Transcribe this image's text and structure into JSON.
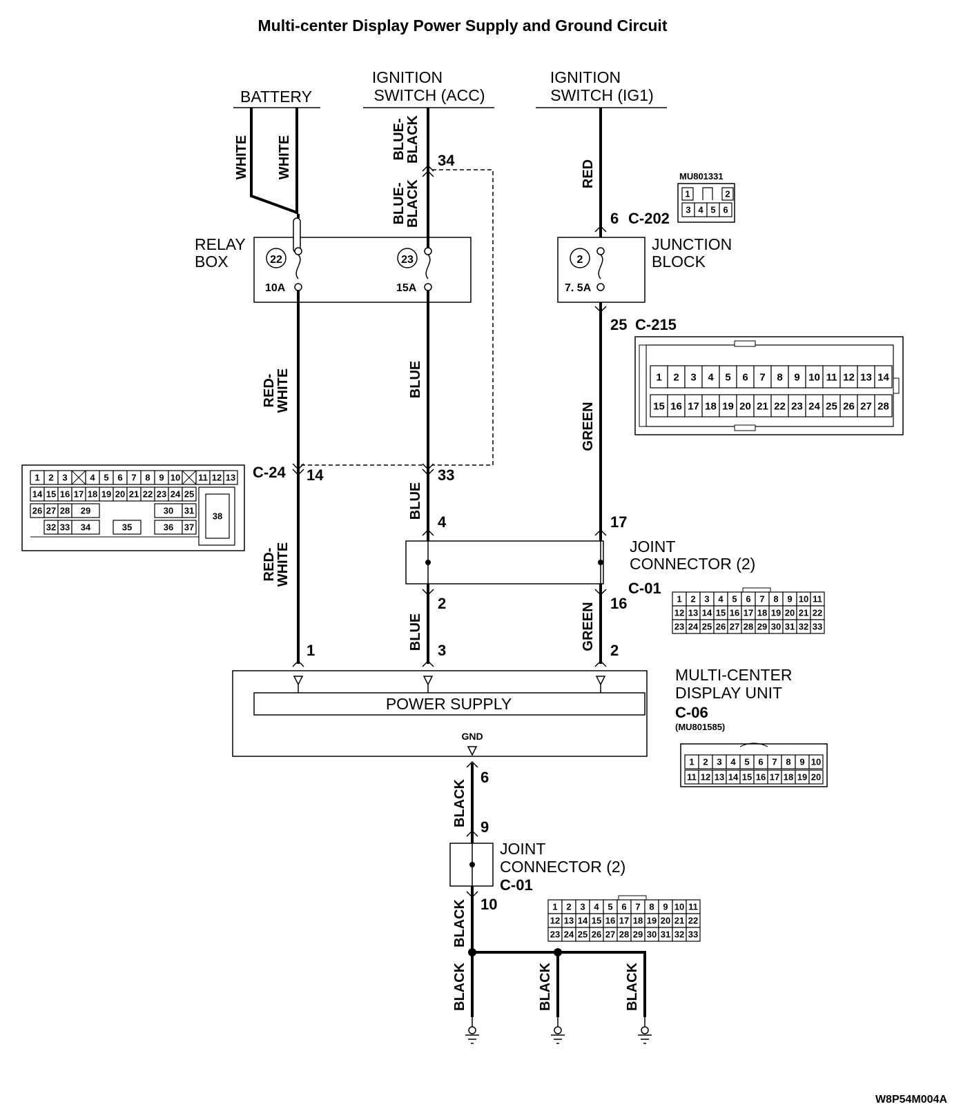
{
  "title": "Multi-center Display Power Supply and Ground Circuit",
  "sources": {
    "battery": "BATTERY",
    "ign_acc": [
      "IGNITION",
      "SWITCH (ACC)"
    ],
    "ign_ig1": [
      "IGNITION",
      "SWITCH (IG1)"
    ]
  },
  "wires": {
    "white": "WHITE",
    "blue_black": [
      "BLUE-",
      "BLACK"
    ],
    "red": "RED",
    "red_white": [
      "RED-",
      "WHITE"
    ],
    "blue": "BLUE",
    "green": "GREEN",
    "black": "BLACK"
  },
  "relay_box": {
    "label": [
      "RELAY",
      "BOX"
    ],
    "fuse1": {
      "num": "22",
      "amp": "10A"
    },
    "fuse2": {
      "num": "23",
      "amp": "15A"
    }
  },
  "junction_block": {
    "label": [
      "JUNCTION",
      "BLOCK"
    ],
    "fuse": {
      "num": "2",
      "amp": "7. 5A"
    }
  },
  "pins": {
    "p34": "34",
    "p6_c202": "6",
    "c202": "C-202",
    "p25_c215": "25",
    "c215": "C-215",
    "c24": "C-24",
    "p14": "14",
    "p33": "33",
    "p4": "4",
    "p17": "17",
    "p2_jc": "2",
    "p16": "16",
    "c01": "C-01",
    "p1": "1",
    "p3": "3",
    "p2_mcd": "2",
    "p6": "6",
    "p9": "9",
    "p10": "10"
  },
  "joint_connector": {
    "label": [
      "JOINT",
      "CONNECTOR (2)"
    ],
    "code": "C-01"
  },
  "mcd_unit": {
    "label": [
      "MULTI-CENTER",
      "DISPLAY UNIT"
    ],
    "code": "C-06",
    "part": "(MU801585)",
    "power_supply": "POWER SUPPLY",
    "gnd": "GND"
  },
  "connector_views": {
    "mu801331": {
      "part": "MU801331",
      "row1": [
        "1",
        "",
        "2"
      ],
      "row2": [
        "3",
        "4",
        "5",
        "6"
      ]
    },
    "c215": {
      "row1": [
        "1",
        "2",
        "3",
        "4",
        "5",
        "6",
        "7",
        "8",
        "9",
        "10",
        "11",
        "12",
        "13",
        "14"
      ],
      "row2": [
        "15",
        "16",
        "17",
        "18",
        "19",
        "20",
        "21",
        "22",
        "23",
        "24",
        "25",
        "26",
        "27",
        "28"
      ]
    },
    "c24": {
      "row1": [
        "1",
        "2",
        "3",
        "",
        "4",
        "5",
        "6",
        "7",
        "8",
        "9",
        "10",
        "",
        "11",
        "12",
        "13"
      ],
      "row2": [
        "14",
        "15",
        "16",
        "17",
        "18",
        "19",
        "20",
        "21",
        "22",
        "23",
        "24",
        "25"
      ],
      "row3": [
        "26",
        "27",
        "28",
        "29",
        "30",
        "31"
      ],
      "row4": [
        "32",
        "33",
        "34",
        "35",
        "36",
        "37"
      ],
      "big": "38"
    },
    "c01": {
      "row1": [
        "1",
        "2",
        "3",
        "4",
        "5",
        "6",
        "7",
        "8",
        "9",
        "10",
        "11"
      ],
      "row2": [
        "12",
        "13",
        "14",
        "15",
        "16",
        "17",
        "18",
        "19",
        "20",
        "21",
        "22"
      ],
      "row3": [
        "23",
        "24",
        "25",
        "26",
        "27",
        "28",
        "29",
        "30",
        "31",
        "32",
        "33"
      ]
    },
    "c06": {
      "row1": [
        "1",
        "2",
        "3",
        "4",
        "5",
        "6",
        "7",
        "8",
        "9",
        "10"
      ],
      "row2": [
        "11",
        "12",
        "13",
        "14",
        "15",
        "16",
        "17",
        "18",
        "19",
        "20"
      ]
    }
  },
  "figure_code": "W8P54M004A"
}
